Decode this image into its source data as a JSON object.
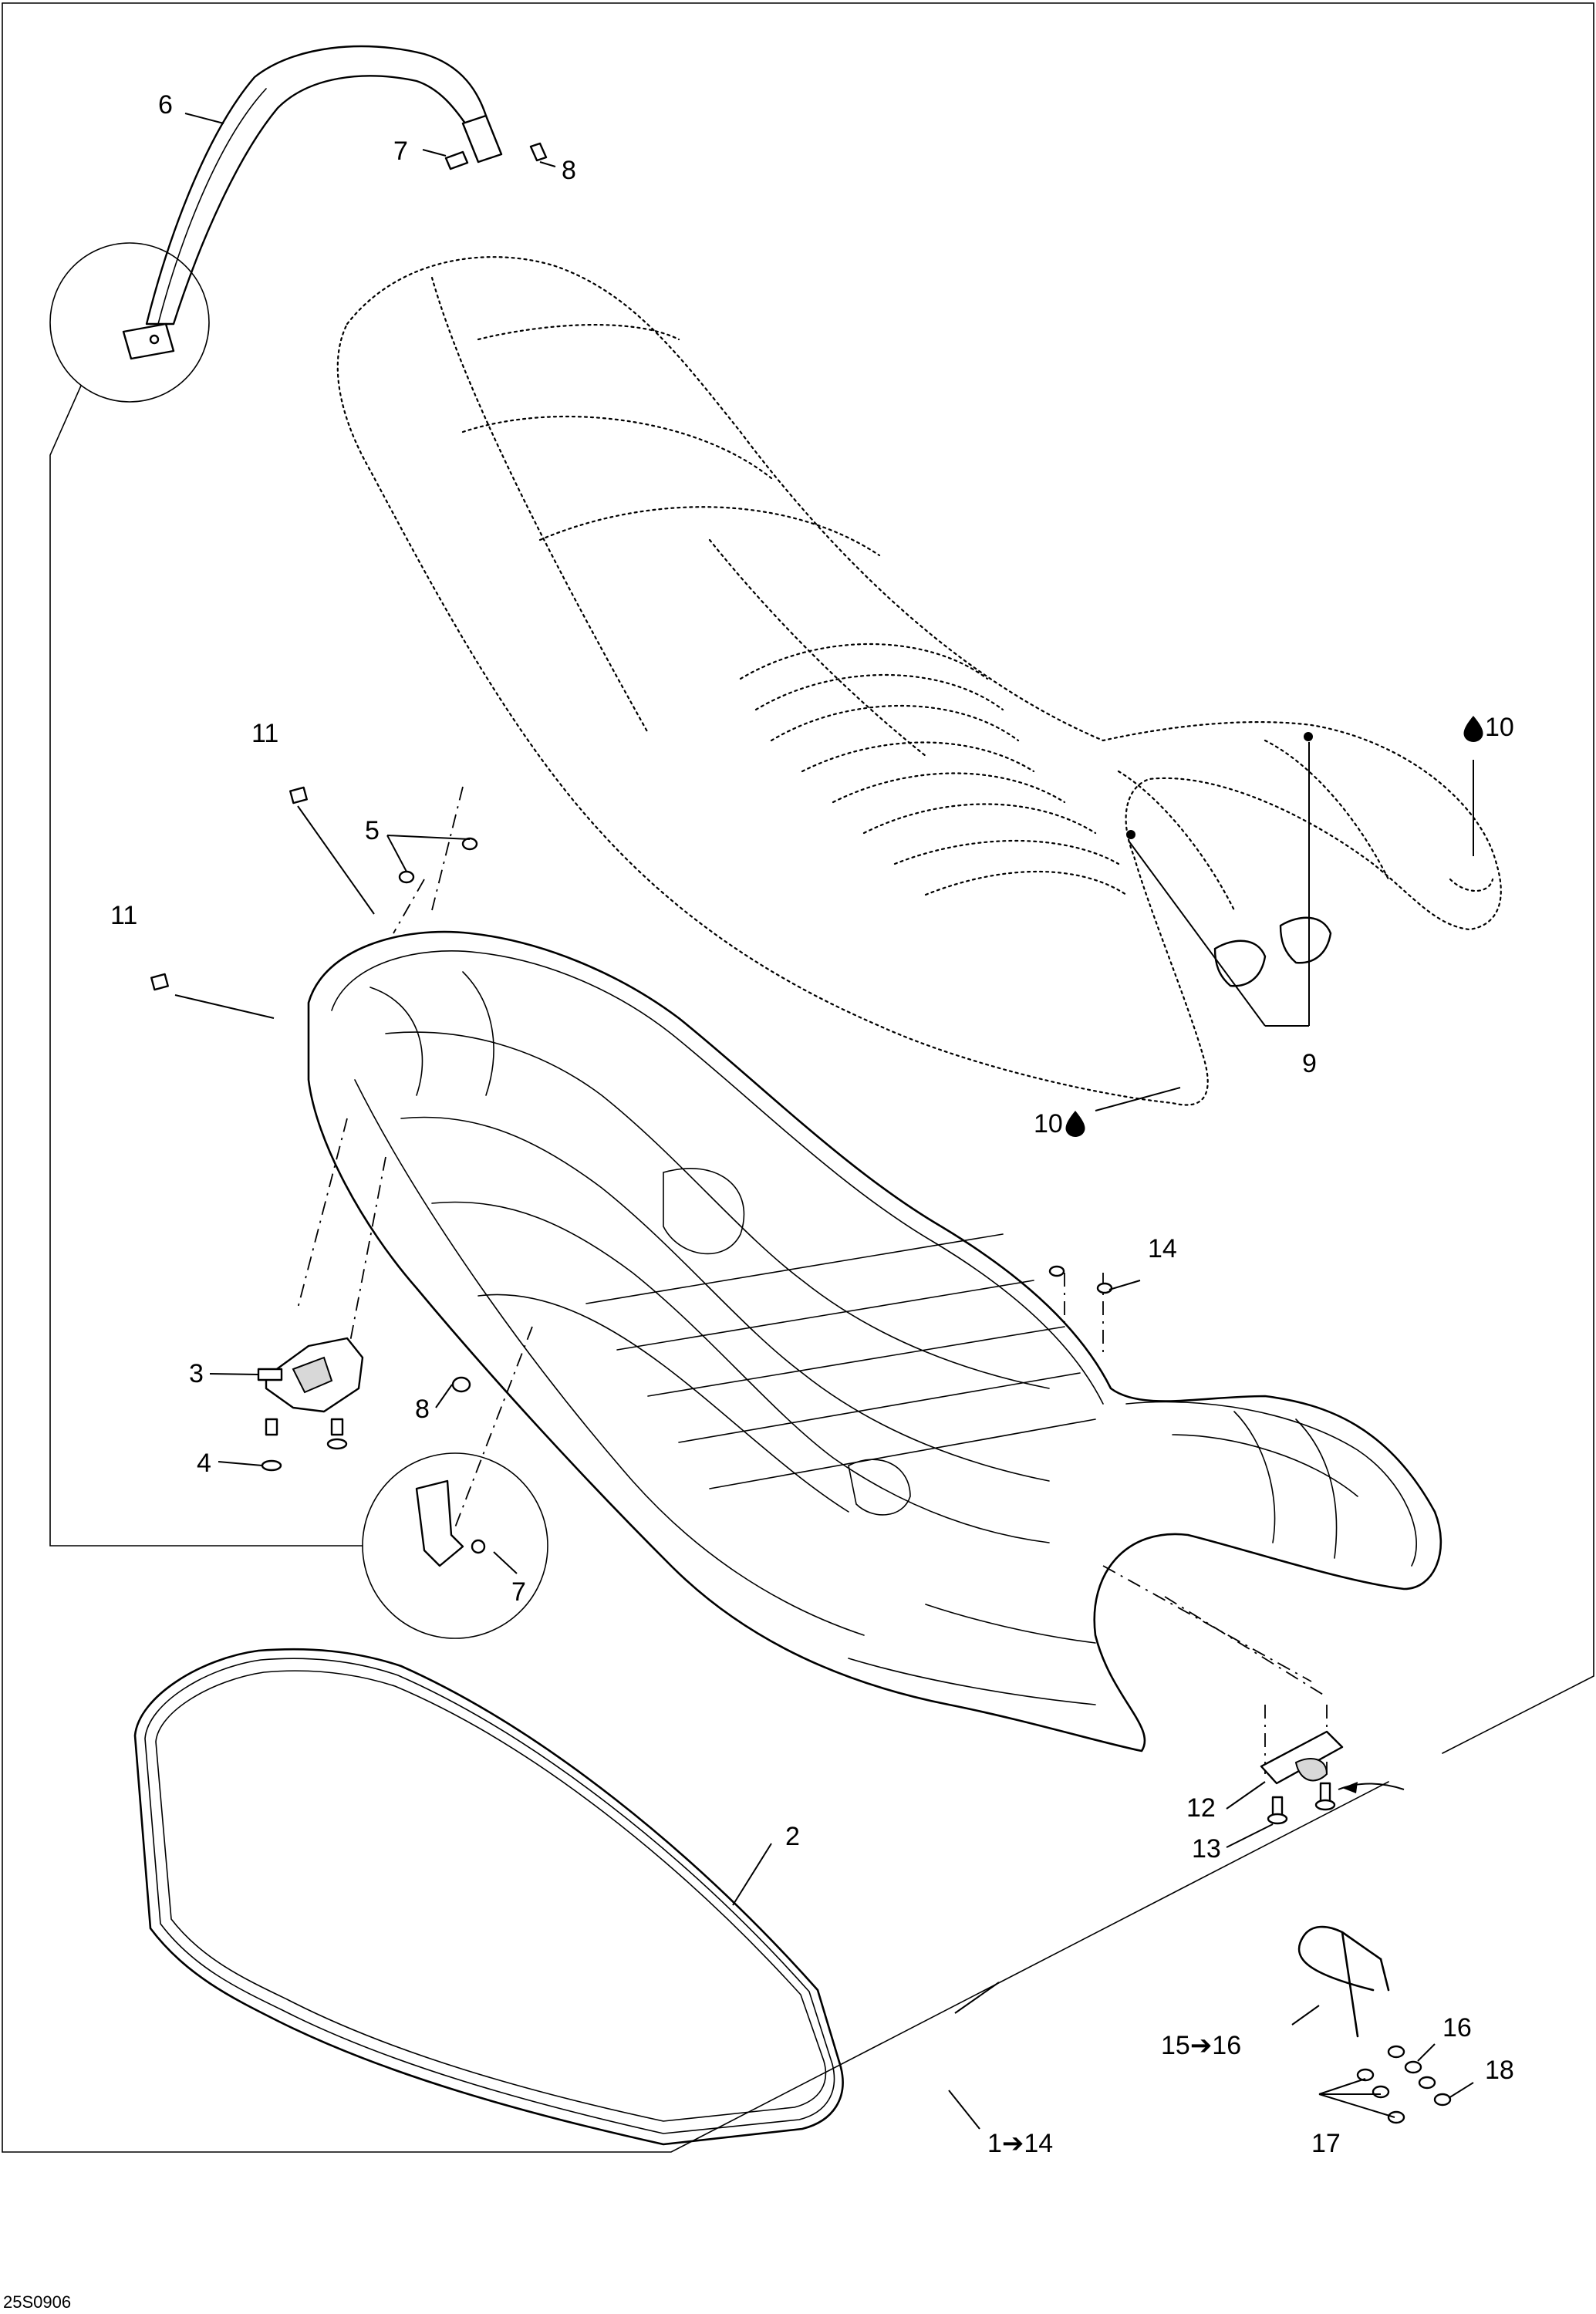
{
  "drawing_code": "25S0906",
  "callouts": {
    "c1_14": "1➔14",
    "c2": "2",
    "c3": "3",
    "c4": "4",
    "c5": "5",
    "c6": "6",
    "c7_top": "7",
    "c7_bottom": "7",
    "c8_top": "8",
    "c8_mid": "8",
    "c9": "9",
    "c10_right": "10",
    "c10_left": "10",
    "c11_upper": "11",
    "c11_lower": "11",
    "c12": "12",
    "c13": "13",
    "c14": "14",
    "c15_16": "15➔16",
    "c16": "16",
    "c17": "17",
    "c18": "18"
  },
  "icons": {
    "adhesive_drop": "drop-icon",
    "arrow": "right-arrow"
  }
}
